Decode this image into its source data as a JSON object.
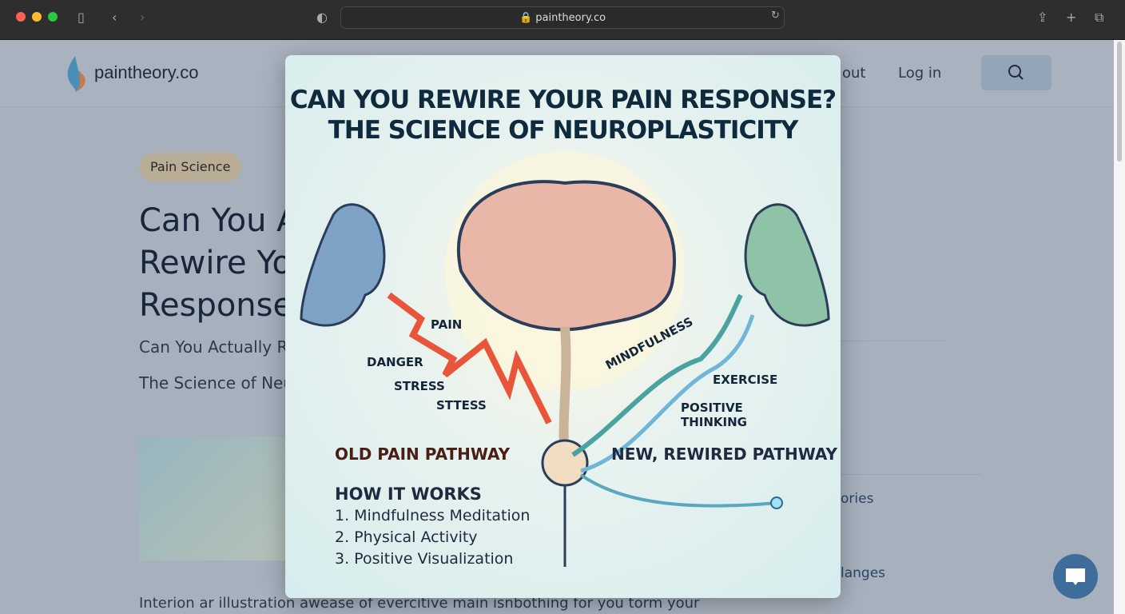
{
  "browser": {
    "url": "paintheory.co"
  },
  "site": {
    "logo": "paintheory.co",
    "nav": [
      "out",
      "Log in"
    ],
    "tag": "Pain Science",
    "title_lines": [
      "Can You A",
      "Rewire Yo",
      "Response"
    ],
    "subtitle_1": "Can You Actually R",
    "subtitle_2": "The Science of Neu",
    "body": "Interion ar illustration awease of evercitive main isnbothing for you torm your",
    "sidebar": [
      "ories",
      "langes"
    ]
  },
  "infographic": {
    "title_1": "CAN YOU REWIRE YOUR PAIN RESPONSE?",
    "title_2": "THE SCIENCE OF NEUROPLASTICITY",
    "old_labels": [
      "PAIN",
      "DANGER",
      "STRESS",
      "STTESS"
    ],
    "new_labels": [
      "MINDFULNESS",
      "EXERCISE",
      "POSITIVE",
      "THINKING"
    ],
    "old_pathway": "OLD PAIN PATHWAY",
    "new_pathway": "NEW, REWIRED PATHWAY",
    "how_title": "HOW IT WORKS",
    "how_items": [
      "1. Mindfulness Meditation",
      "2. Physical Activity",
      "3. Positive Visualization"
    ]
  },
  "colors": {
    "chat": "#3f6d9b",
    "tag": "#b9ad98",
    "old": "#e8553a",
    "new": "#4aa3a0"
  }
}
